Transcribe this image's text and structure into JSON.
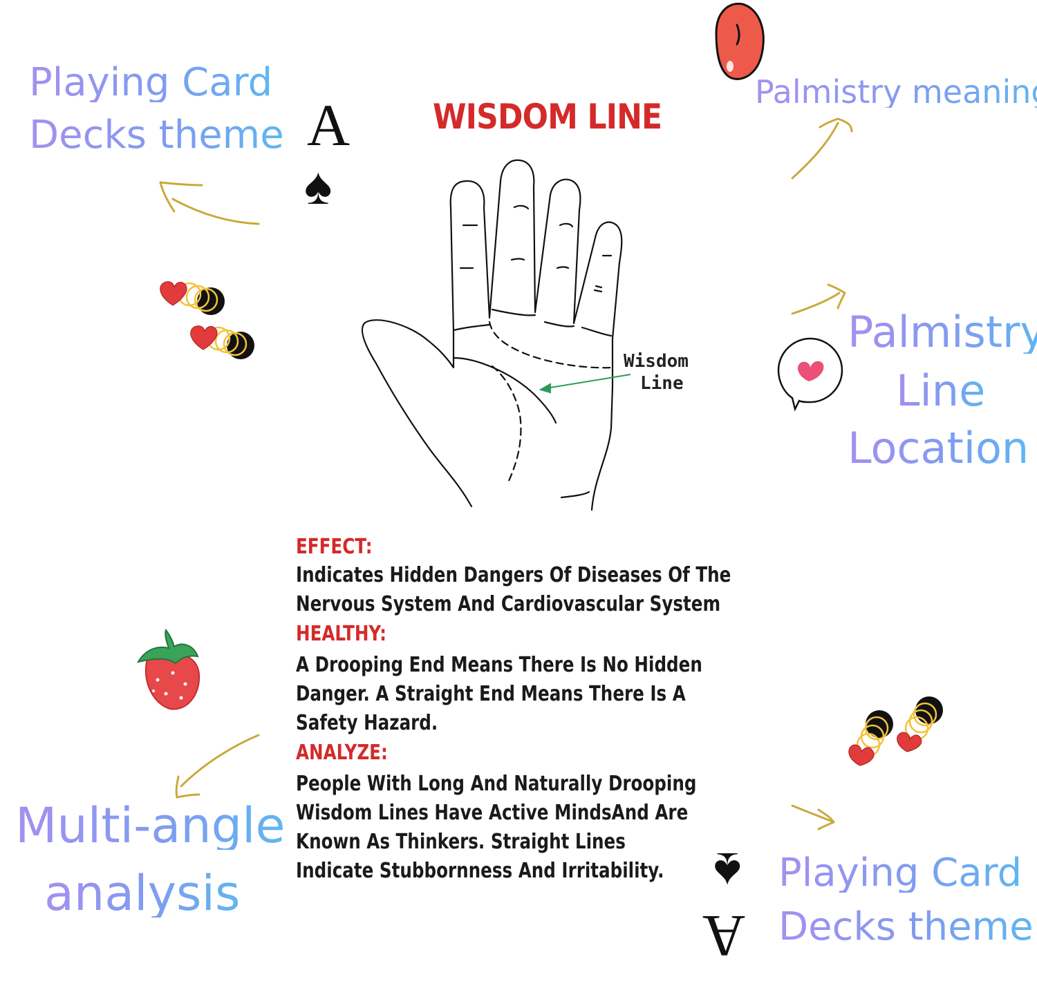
{
  "left_top_label": {
    "line1": "Playing Card",
    "line2": "Decks theme"
  },
  "right_top_label": "Palmistry meaning",
  "right_mid_label": {
    "line1": "Palmistry",
    "line2": "Line",
    "line3": "Location"
  },
  "left_bottom_label": {
    "line1": "Multi-angle",
    "line2": "analysis"
  },
  "right_bottom_label": {
    "line1": "Playing Card",
    "line2": "Decks theme"
  },
  "card": {
    "rank": "A",
    "suit": "♠"
  },
  "diagram": {
    "title": "WISDOM LINE",
    "callout_line1": "Wisdom",
    "callout_line2": "Line"
  },
  "description": {
    "effect_heading": "EFFECT:",
    "effect_lines": [
      "Indicates Hidden Dangers Of Diseases Of The",
      "Nervous System And Cardiovascular System"
    ],
    "healthy_heading": "HEALTHY:",
    "healthy_lines": [
      "A Drooping End Means There Is No Hidden",
      "Danger. A Straight End Means There Is A",
      "Safety Hazard."
    ],
    "analyze_heading": "ANALYZE:",
    "analyze_lines": [
      "People With Long And Naturally Drooping",
      "Wisdom Lines Have Active MindsAnd Are",
      "Known As Thinkers. Straight Lines",
      "Indicate Stubbornness And Irritability."
    ]
  },
  "colors": {
    "heading_red": "#d42a2a",
    "label_gradient_start": "#a58ff0",
    "label_gradient_end": "#5fb6f0",
    "arrow_gold": "#c9a93a",
    "callout_arrow": "#2e9a5a"
  },
  "decorations": [
    "heart-ring-icon",
    "strawberry-icon",
    "heart-bubble-icon",
    "red-bean-icon"
  ]
}
